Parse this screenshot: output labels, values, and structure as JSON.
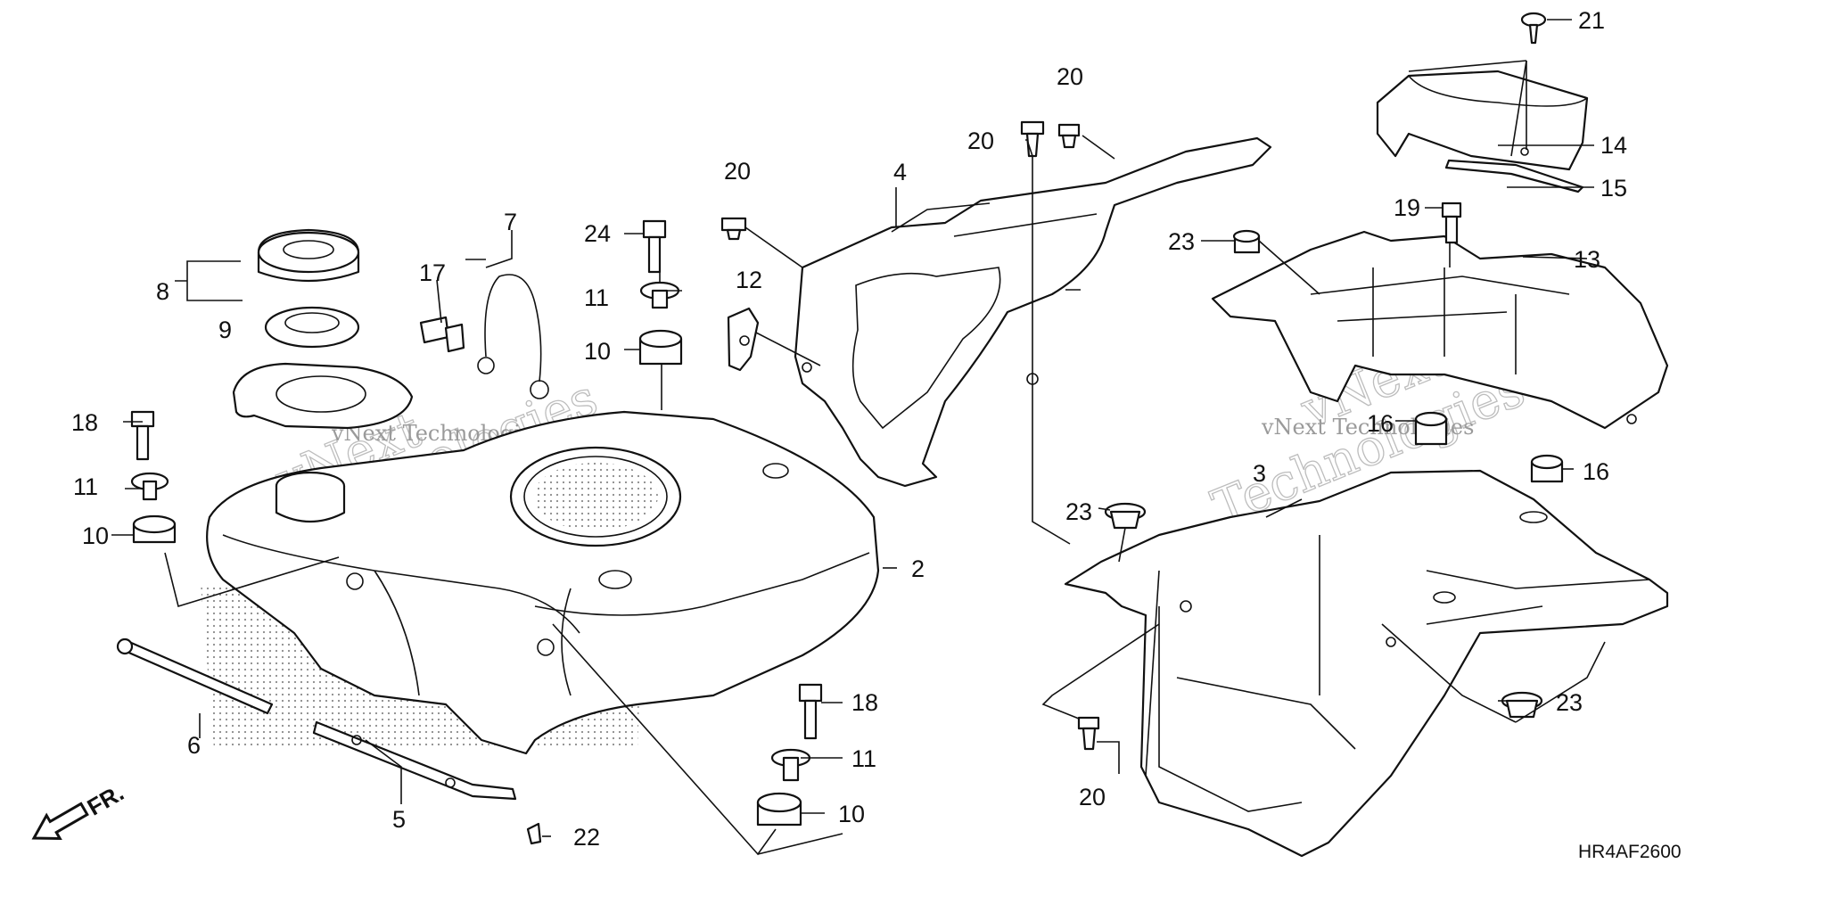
{
  "diagram": {
    "code": "HR4AF2600",
    "direction_label": "FR.",
    "watermark": {
      "brand": "vNext",
      "line": "Technologies",
      "full": "vNext Technologies"
    },
    "callouts": [
      "2",
      "3",
      "4",
      "5",
      "6",
      "7",
      "8",
      "9",
      "10",
      "10",
      "10",
      "11",
      "11",
      "11",
      "12",
      "13",
      "14",
      "15",
      "16",
      "16",
      "17",
      "18",
      "18",
      "19",
      "20",
      "20",
      "20",
      "20",
      "21",
      "22",
      "23",
      "23",
      "23",
      "24"
    ]
  }
}
